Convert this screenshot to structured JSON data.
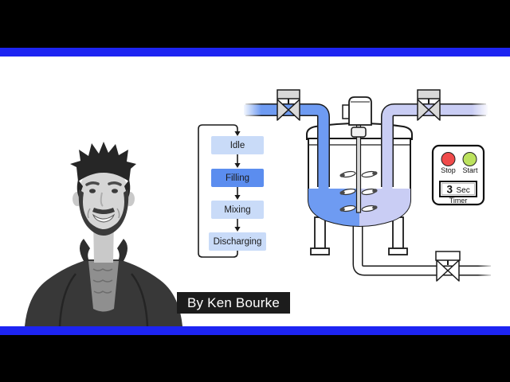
{
  "frame": {
    "letterbox_color": "#000000",
    "accent_bar_color": "#1d24f2",
    "content_bg": "#ffffff"
  },
  "author_badge": {
    "label": "By Ken Bourke",
    "bg_color": "#1c1c1c",
    "text_color": "#ffffff"
  },
  "flowchart": {
    "states": [
      {
        "label": "Idle",
        "active": false
      },
      {
        "label": "Filling",
        "active": true
      },
      {
        "label": "Mixing",
        "active": false
      },
      {
        "label": "Discharging",
        "active": false
      }
    ],
    "inactive_color": "#c9dbf8",
    "active_color": "#5b8def"
  },
  "tank_diagram": {
    "inlet_fluid_color": "#6e9bf2",
    "outlet_fluid_color": "#c9cdf4",
    "liquid_left_color": "#6e9bf2",
    "liquid_right_color": "#c9cdf4"
  },
  "control_panel": {
    "buttons": [
      {
        "label": "Stop",
        "color": "#f04b4b"
      },
      {
        "label": "Start",
        "color": "#bce25e"
      }
    ],
    "timer": {
      "value": "3",
      "unit": "Sec",
      "label": "Timer"
    }
  }
}
